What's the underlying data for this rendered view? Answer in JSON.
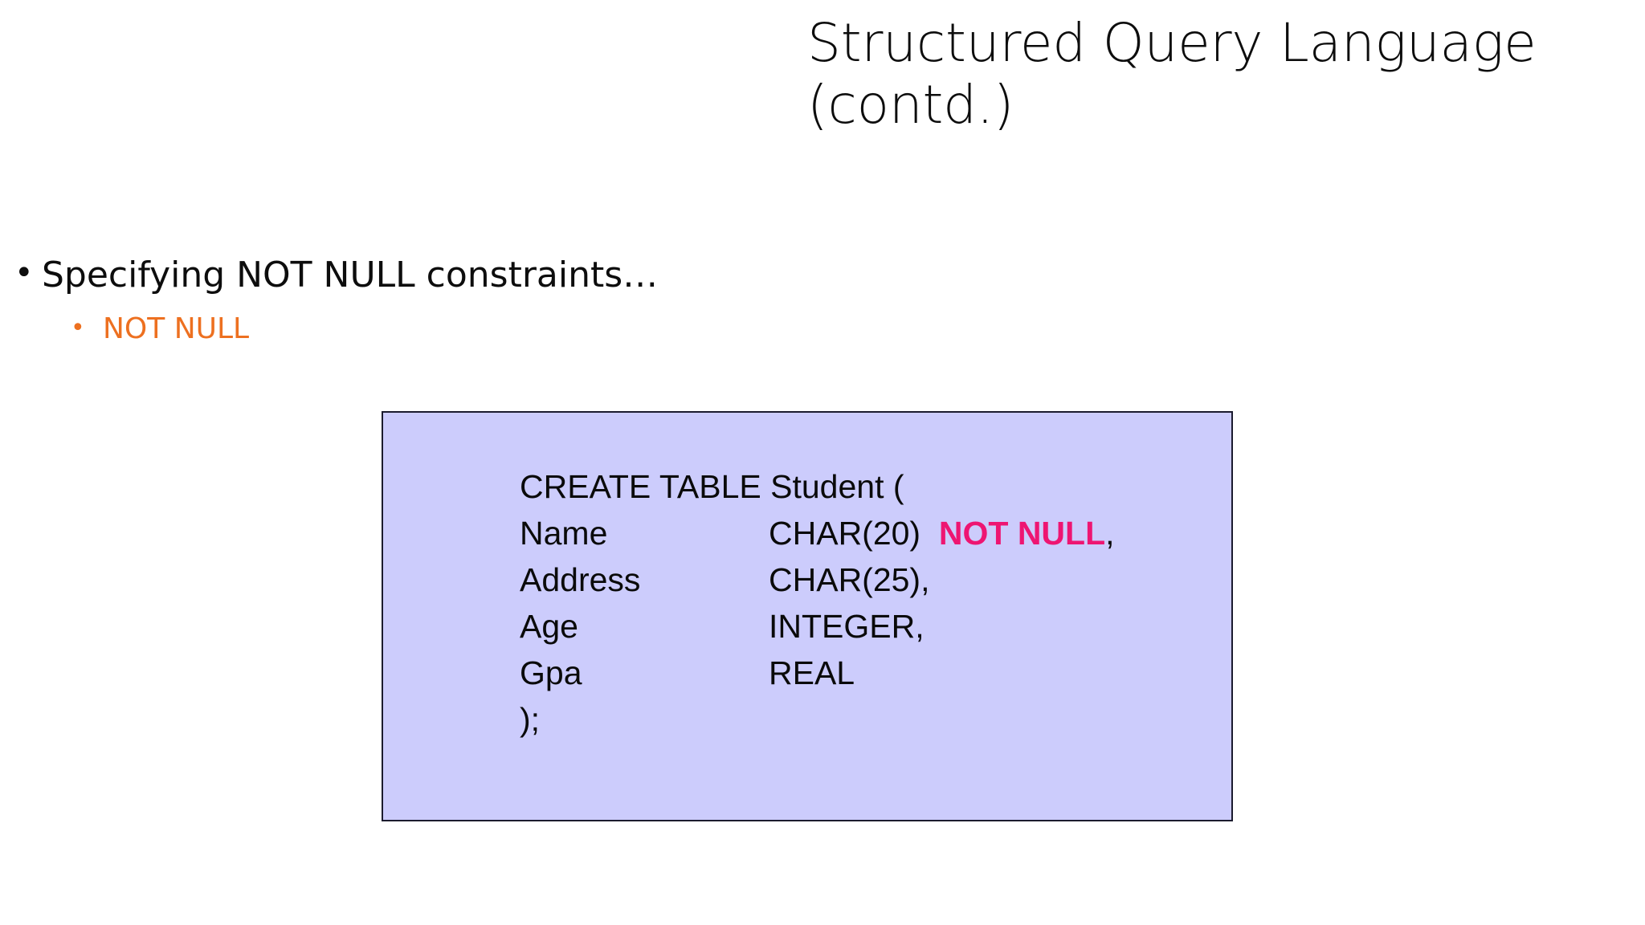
{
  "slide": {
    "title": "Structured Query Language (contd.)",
    "background_color": "#FFFFFF"
  },
  "bullets": {
    "level1": {
      "marker": "•",
      "text": "Specifying NOT NULL constraints…",
      "color": "#0D0D0D"
    },
    "level2": {
      "marker": "•",
      "text": "NOT NULL",
      "color": "#ED7020"
    }
  },
  "code_box": {
    "fill_color": "#CCCCFC",
    "border_color": "#1B1B2E",
    "highlight_color": "#EE1572",
    "lines": [
      {
        "name": "CREATE TABLE Student (",
        "type": "",
        "highlight": "",
        "tail": ""
      },
      {
        "name": "Name",
        "type": "CHAR(20)",
        "highlight": "NOT NULL",
        "tail": ","
      },
      {
        "name": "Address",
        "type": "CHAR(25),",
        "highlight": "",
        "tail": ""
      },
      {
        "name": "Age",
        "type": "INTEGER,",
        "highlight": "",
        "tail": ""
      },
      {
        "name": "Gpa",
        "type": "REAL",
        "highlight": "",
        "tail": ""
      },
      {
        "name": ");",
        "type": "",
        "highlight": "",
        "tail": ""
      }
    ]
  }
}
